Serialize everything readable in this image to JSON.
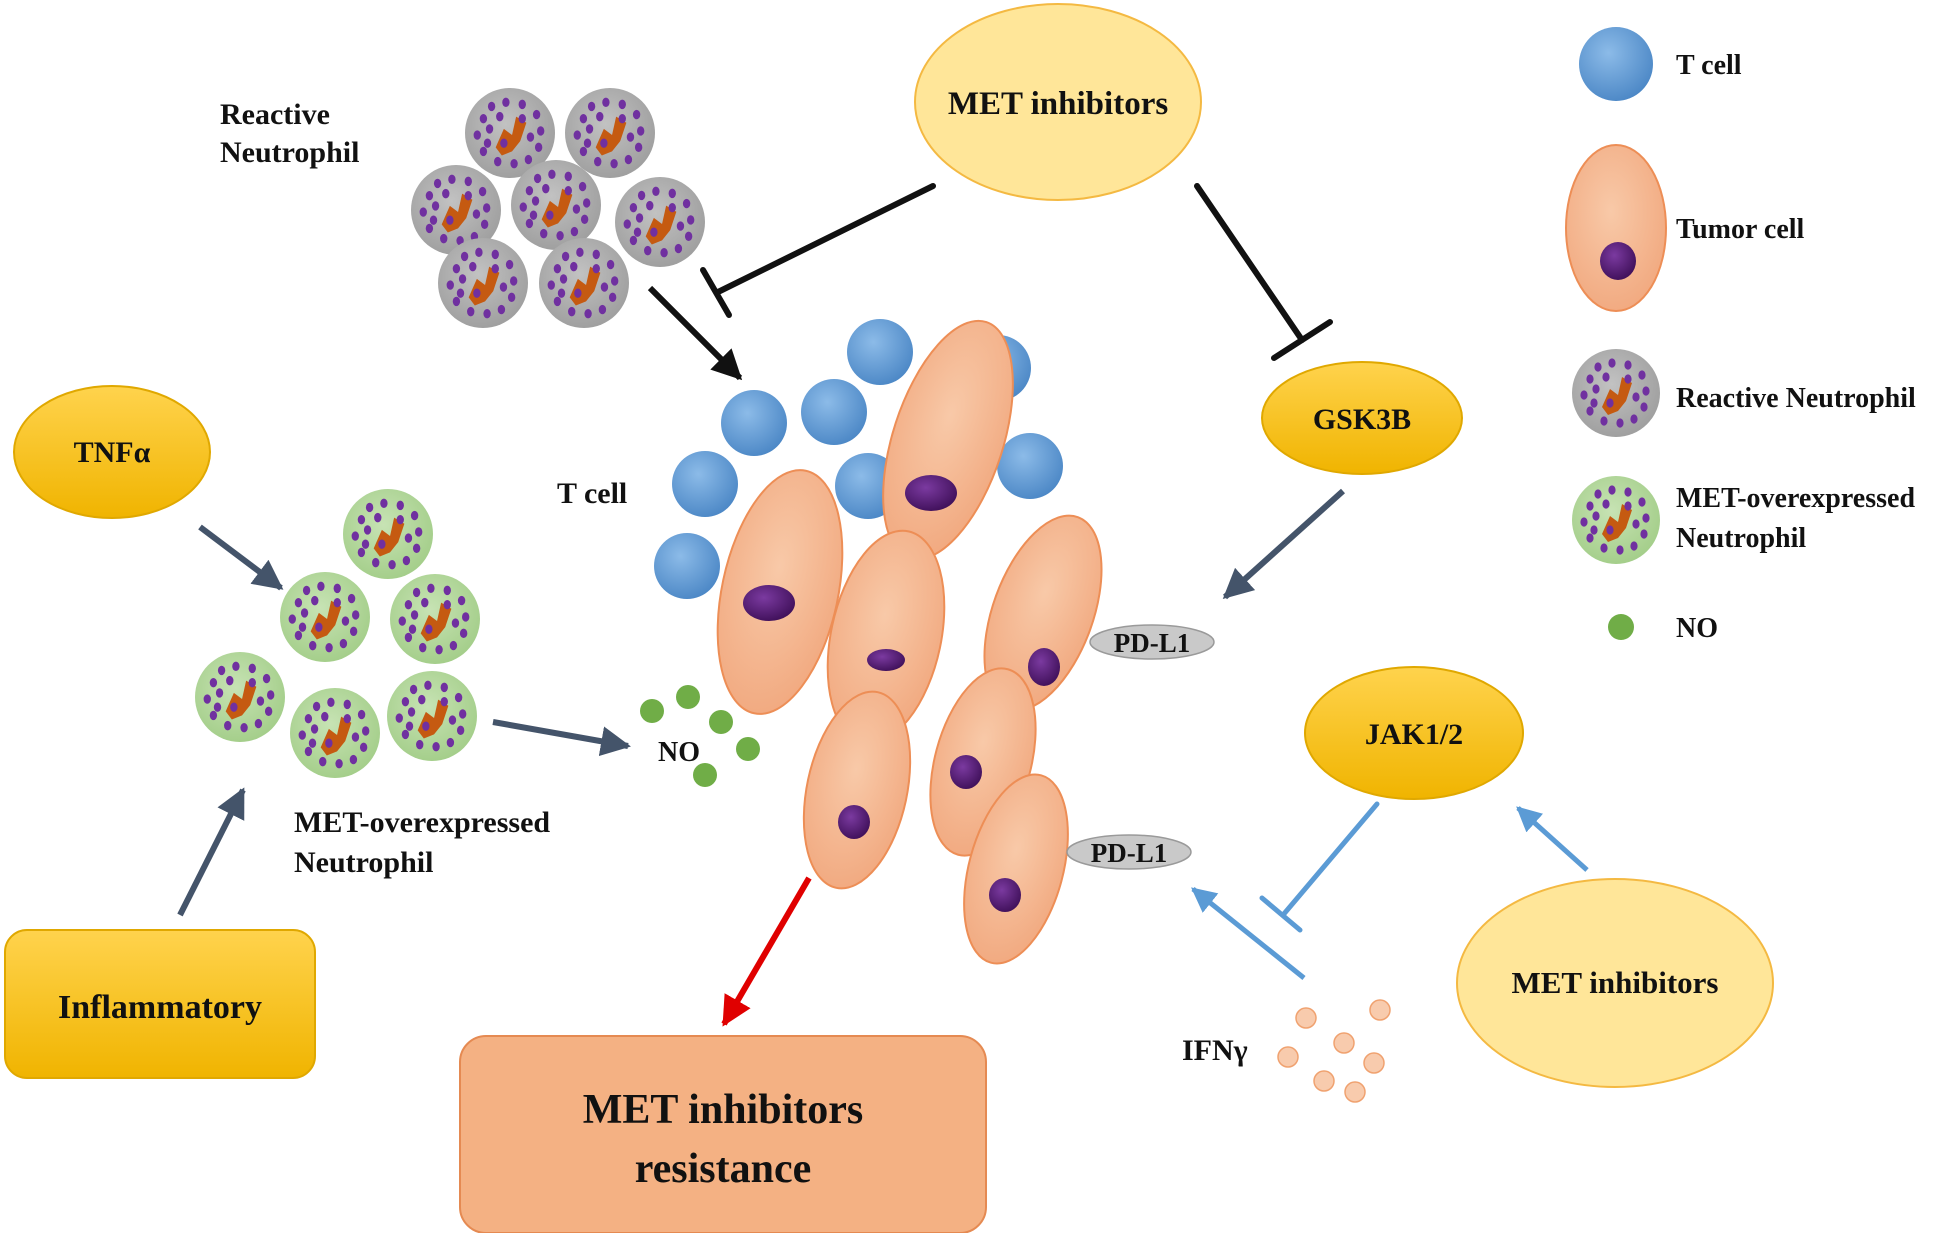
{
  "labels": {
    "reactive_neutrophil": [
      "Reactive",
      "Neutrophil"
    ],
    "met_inhibitors_top": "MET inhibitors",
    "gsk3b": "GSK3B",
    "tnfa": "TNFα",
    "t_cell": "T cell",
    "pd_l1_upper": "PD-L1",
    "pd_l1_lower": "PD-L1",
    "no": "NO",
    "met_neutrophil": [
      "MET-overexpressed",
      "Neutrophil"
    ],
    "inflammatory": "Inflammatory",
    "resistance": [
      "MET inhibitors",
      "resistance"
    ],
    "jak": "JAK1/2",
    "ifng": "IFNγ",
    "met_inhibitors_bottom": "MET inhibitors"
  },
  "legend": [
    {
      "icon": "t-cell",
      "label": [
        "T cell"
      ]
    },
    {
      "icon": "tumor-cell",
      "label": [
        "Tumor  cell"
      ]
    },
    {
      "icon": "reactive-neutrophil",
      "label": [
        "Reactive Neutrophil"
      ]
    },
    {
      "icon": "met-neutrophil",
      "label": [
        "MET-overexpressed",
        "Neutrophil"
      ]
    },
    {
      "icon": "no-dot",
      "label": [
        "NO"
      ]
    }
  ],
  "colors": {
    "t_cell": "#5b9bd5",
    "tumor_cell": "#f4b183",
    "nucleus": "#5c1f7a",
    "reactive_neutrophil": "#a6a6a6",
    "met_neutrophil": "#a9d18e",
    "granule": "#7030a0",
    "orange_nucleus": "#c55a11",
    "no_dot": "#70ad47",
    "ifng_dot": "#f8cbad",
    "gold": "#ffc000",
    "pale_gold": "#ffe699",
    "resistance_box": "#f4b183",
    "inhibit": "#111111",
    "dark_arrow": "#44546a",
    "blue_arrow": "#5b9bd5",
    "red_arrow": "#e00000"
  }
}
